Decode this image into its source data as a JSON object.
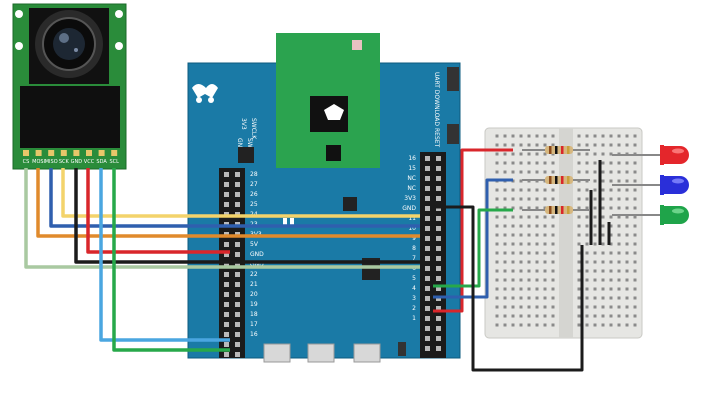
{
  "camera": {
    "pins": [
      "CS",
      "MOSI",
      "MISO",
      "SCK",
      "GND",
      "VCC",
      "SDA",
      "SCL"
    ]
  },
  "board": {
    "switch_top": "UART DOWNLOAD",
    "switch_mid": "RESET",
    "left_silk_top": "3V3",
    "left_silk_mid": "SWCLK",
    "left_silk_bot": "SWDIO",
    "left_silk_gnd": "GND",
    "left_header_labels": [
      "28",
      "27",
      "26",
      "25",
      "24",
      "23",
      "3V3",
      "5V",
      "GND",
      "GND",
      "22",
      "21",
      "20",
      "19",
      "18",
      "17",
      "16"
    ],
    "right_header_labels": [
      "16",
      "15",
      "NC",
      "NC",
      "3V3",
      "GND",
      "11",
      "10",
      "9",
      "8",
      "7",
      "6",
      "5",
      "4",
      "3",
      "2",
      "1"
    ]
  },
  "wire_colors": {
    "yellow": "#f3d36b",
    "blue": "#2f5fae",
    "orange": "#e08a2c",
    "red": "#d9262b",
    "black": "#1b1b1b",
    "sage": "#a9c9a1",
    "lightblue": "#4aa6e0",
    "green": "#27a84a"
  },
  "leds": [
    "red-led",
    "blue-led",
    "green-led"
  ]
}
